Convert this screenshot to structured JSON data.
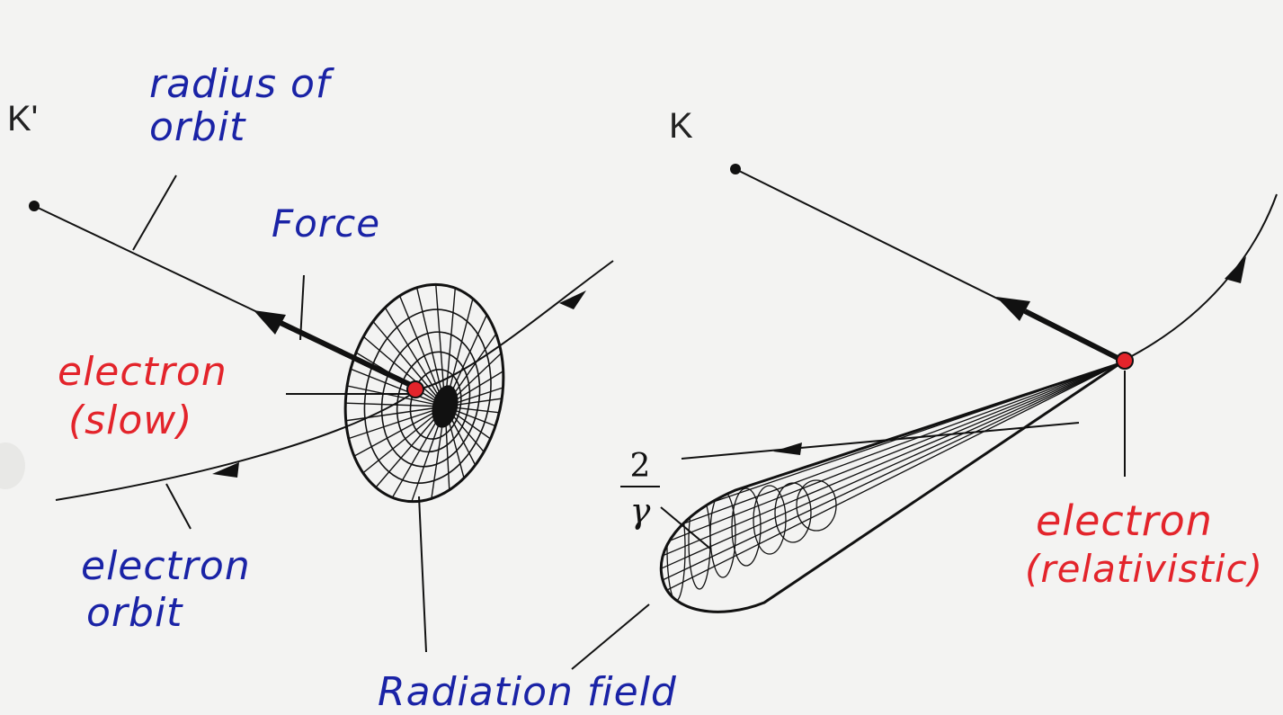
{
  "frames": {
    "primed": "K'",
    "lab": "K"
  },
  "labels": {
    "radius_line1": "radius of",
    "radius_line2": "orbit",
    "force": "Force",
    "electron_slow_line1": "electron",
    "electron_slow_line2": "(slow)",
    "electron_orbit_line1": "electron",
    "electron_orbit_line2": "orbit",
    "radiation_field": "Radiation field",
    "electron_rel_line1": "electron",
    "electron_rel_line2": "(relativistic)",
    "angle_numerator": "2",
    "angle_denominator": "γ"
  },
  "colors": {
    "blue_ink": "#1a23a6",
    "red_ink": "#e3242b",
    "black_ink": "#111111",
    "paper": "#f3f3f2"
  }
}
